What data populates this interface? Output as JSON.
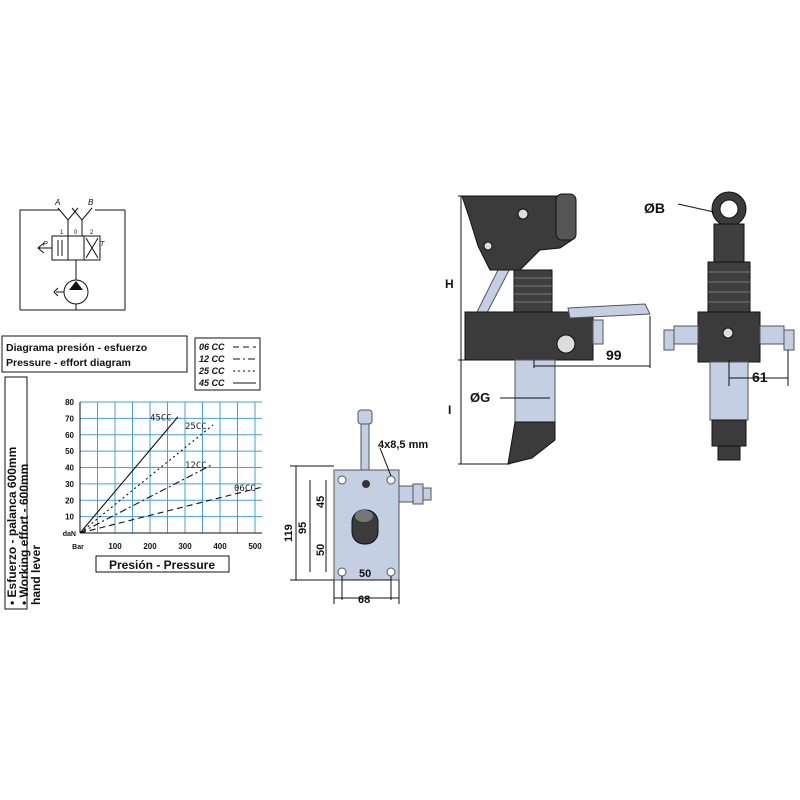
{
  "schematic": {
    "ports": [
      "A",
      "B"
    ],
    "valve_labels": [
      "P",
      "T"
    ],
    "positions": [
      "1",
      "0",
      "2"
    ]
  },
  "diagram_box": {
    "title_es": "Diagrama presión - esfuerzo",
    "title_en": "Pressure - effort diagram"
  },
  "chart_data": {
    "type": "line",
    "title": "",
    "xlabel": "Presión - Pressure",
    "ylabel_lines": [
      "• Esfuerzo - palanca 600mm",
      "• Working effort - 600mm",
      "hand lever"
    ],
    "x_origin_label": "Bar",
    "y_origin_label": "daN",
    "xticks": [
      100,
      200,
      300,
      400,
      500
    ],
    "yticks": [
      10,
      20,
      30,
      40,
      50,
      60,
      70,
      80
    ],
    "xlim": [
      0,
      520
    ],
    "ylim": [
      0,
      80
    ],
    "grid": true,
    "legend_position": "top-right",
    "series": [
      {
        "name": "06 CC",
        "curve_label": "06CC",
        "style": "dashed",
        "x": [
          0,
          520
        ],
        "y": [
          0,
          28
        ]
      },
      {
        "name": "12 CC",
        "curve_label": "12CC",
        "style": "dash-dot",
        "x": [
          0,
          380
        ],
        "y": [
          0,
          42
        ]
      },
      {
        "name": "25 CC",
        "curve_label": "25CC",
        "style": "dotted",
        "x": [
          0,
          380
        ],
        "y": [
          0,
          66
        ]
      },
      {
        "name": "45 CC",
        "curve_label": "45CC",
        "style": "solid",
        "x": [
          0,
          280
        ],
        "y": [
          0,
          71
        ]
      }
    ]
  },
  "front_view": {
    "holes": "4x8,5 mm",
    "dim_45": "45",
    "dim_50_v": "50",
    "dim_95": "95",
    "dim_119": "119",
    "dim_50_h": "50",
    "dim_68": "68"
  },
  "side_view": {
    "dim_H": "H",
    "dim_I": "I",
    "dim_G": "ØG",
    "dim_99": "99"
  },
  "rear_view": {
    "dim_B": "ØB",
    "dim_61": "61"
  },
  "colors": {
    "grid": "#4a9fd0",
    "metal": "#c4cfe3",
    "body": "#3b3b3b"
  }
}
